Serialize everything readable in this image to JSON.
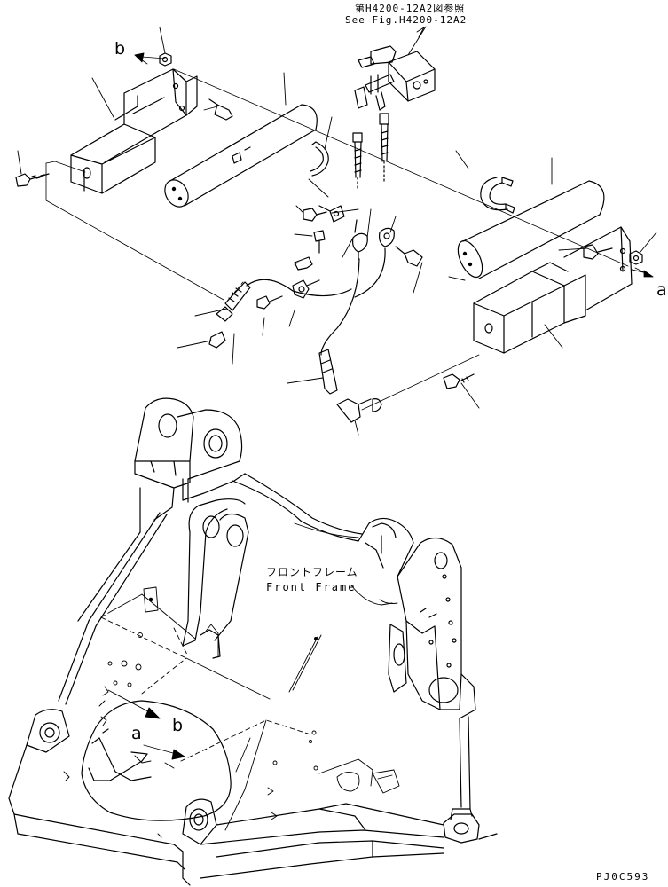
{
  "labels": {
    "reference_ja": "第H4200-12A2図参照",
    "reference_en": "See Fig.H4200-12A2",
    "marker_b_top": "b",
    "marker_a_right": "a",
    "marker_b_frame": "b",
    "marker_a_frame": "a",
    "frame_ja": "フロントフレーム",
    "frame_en": "Front Frame",
    "drawing_code": "PJ0C593"
  },
  "colors": {
    "line": "#000000",
    "background": "#ffffff"
  }
}
